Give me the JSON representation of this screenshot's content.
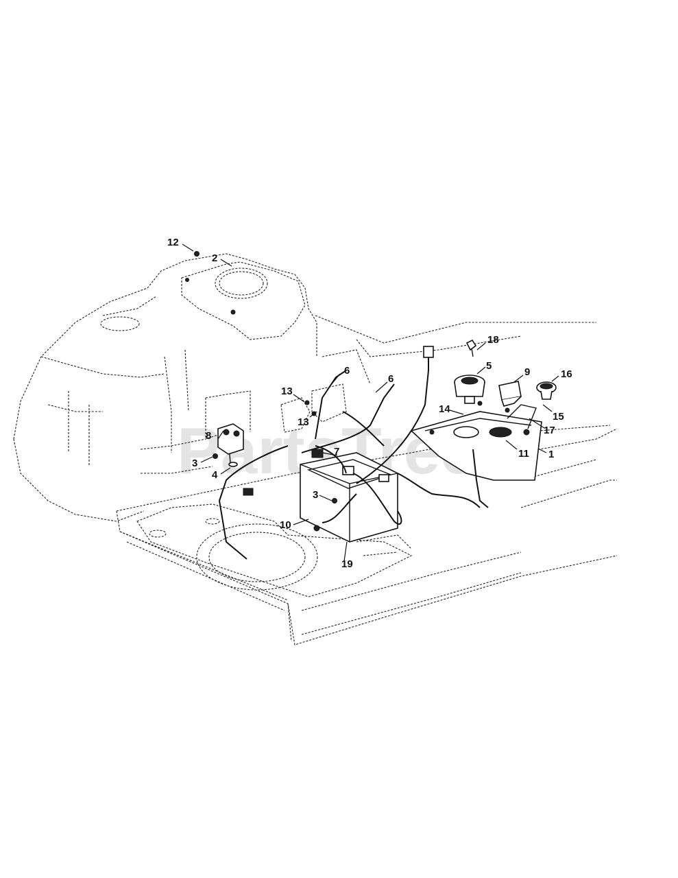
{
  "watermark": "PartsTree",
  "callouts": [
    {
      "id": "12",
      "label": "12"
    },
    {
      "id": "2",
      "label": "2"
    },
    {
      "id": "18",
      "label": "18"
    },
    {
      "id": "5",
      "label": "5"
    },
    {
      "id": "9",
      "label": "9"
    },
    {
      "id": "16",
      "label": "16"
    },
    {
      "id": "6a",
      "label": "6"
    },
    {
      "id": "6b",
      "label": "6"
    },
    {
      "id": "13a",
      "label": "13"
    },
    {
      "id": "13b",
      "label": "13"
    },
    {
      "id": "14",
      "label": "14"
    },
    {
      "id": "15",
      "label": "15"
    },
    {
      "id": "17",
      "label": "17"
    },
    {
      "id": "8",
      "label": "8"
    },
    {
      "id": "11",
      "label": "11"
    },
    {
      "id": "1",
      "label": "1"
    },
    {
      "id": "7",
      "label": "7"
    },
    {
      "id": "3a",
      "label": "3"
    },
    {
      "id": "4",
      "label": "4"
    },
    {
      "id": "3b",
      "label": "3"
    },
    {
      "id": "10",
      "label": "10"
    },
    {
      "id": "19",
      "label": "19"
    }
  ]
}
